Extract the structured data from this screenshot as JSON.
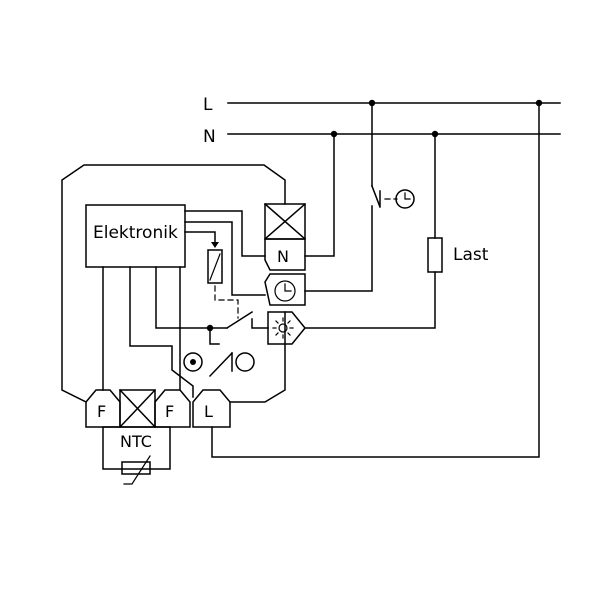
{
  "labels": {
    "line_l": "L",
    "line_n": "N",
    "electronics": "Elektronik",
    "terminal_n": "N",
    "terminal_f1": "F",
    "terminal_f2": "F",
    "terminal_l": "L",
    "sensor": "NTC",
    "load": "Last"
  }
}
